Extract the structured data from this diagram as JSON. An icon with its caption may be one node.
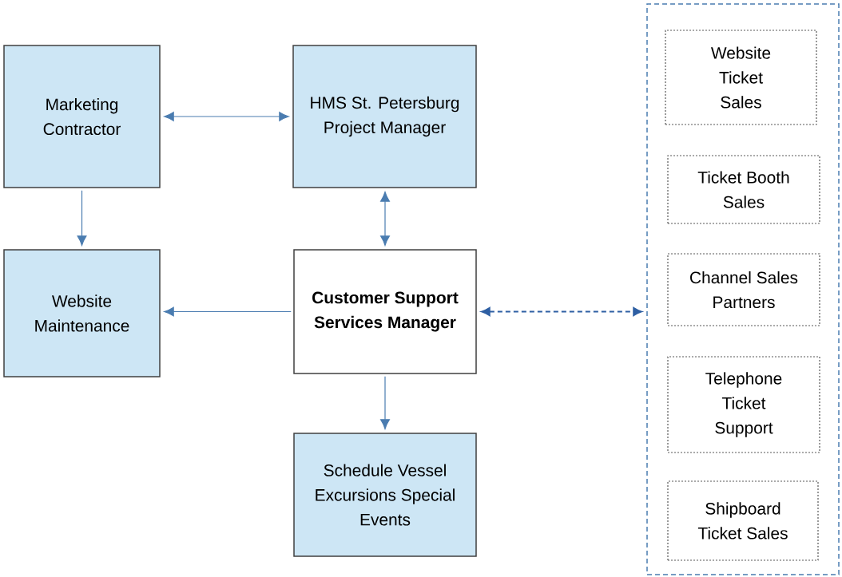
{
  "diagram": {
    "nodes": [
      {
        "text": [
          "Marketing Contractor"
        ]
      },
      {
        "text": [
          "HMS St. Petersburg Project Manager"
        ]
      },
      {
        "text": [
          "Website Maintenance"
        ]
      },
      {
        "text": [
          "Customer Support Services Manager"
        ]
      },
      {
        "text": [
          "Schedule Vessel Excursions Special Events"
        ]
      },
      {
        "text": [],
        "shape": "box"
      },
      {
        "text": [
          "Website Ticket Sales"
        ],
        "in": 5
      },
      {
        "text": [
          "Ticket Booth Sales"
        ],
        "in": 5
      },
      {
        "text": [
          "Channel Sales Partners"
        ],
        "in": 5
      },
      {
        "text": [
          "Telephone Ticket Support"
        ],
        "in": 5
      },
      {
        "text": [
          "Shipboard Ticket Sales"
        ],
        "in": 5
      }
    ],
    "edges": [
      {
        "from": 0,
        "to": 1,
        "arrow": "both"
      },
      {
        "from": 0,
        "to": 2,
        "arrow": "to"
      },
      {
        "from": 1,
        "to": 3,
        "arrow": "both"
      },
      {
        "from": 3,
        "to": 2,
        "arrow": "to"
      },
      {
        "from": 3,
        "to": 4,
        "arrow": "to"
      },
      {
        "from": 3,
        "to": 5,
        "arrow": "both",
        "style": "dashed",
        "color": "#2e5fa3"
      }
    ]
  }
}
